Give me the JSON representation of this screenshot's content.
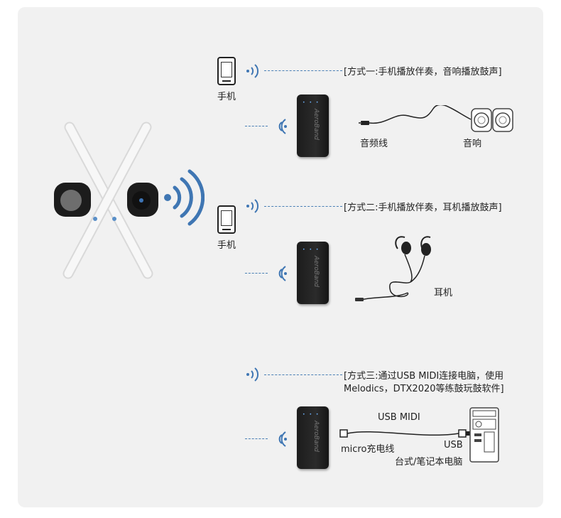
{
  "labels": {
    "phone1": "手机",
    "phone2": "手机",
    "mode1": "[方式一:手机播放伴奏，音响播放鼓声]",
    "mode2": "[方式二:手机播放伴奏，耳机播放鼓声]",
    "mode3_line1": "[方式三:通过USB MIDI连接电脑，使用",
    "mode3_line2": "Melodics，DTX2020等练鼓玩鼓软件]",
    "audio_cable": "音频线",
    "speaker": "音响",
    "earphones": "耳机",
    "usb_midi": "USB MIDI",
    "micro": "micro充电线",
    "usb": "USB",
    "computer": "台式/笔记本电脑"
  },
  "icons": {
    "signal": "wireless-signal-icon",
    "phone": "phone-icon",
    "receiver": "receiver-icon",
    "drumstick": "drumstick-icon",
    "speaker": "speaker-icon",
    "earphones": "earphones-icon",
    "computer": "computer-icon"
  },
  "colors": {
    "accent": "#3f76b3",
    "panel": "#f1f1f1",
    "device": "#1e1e1e"
  }
}
